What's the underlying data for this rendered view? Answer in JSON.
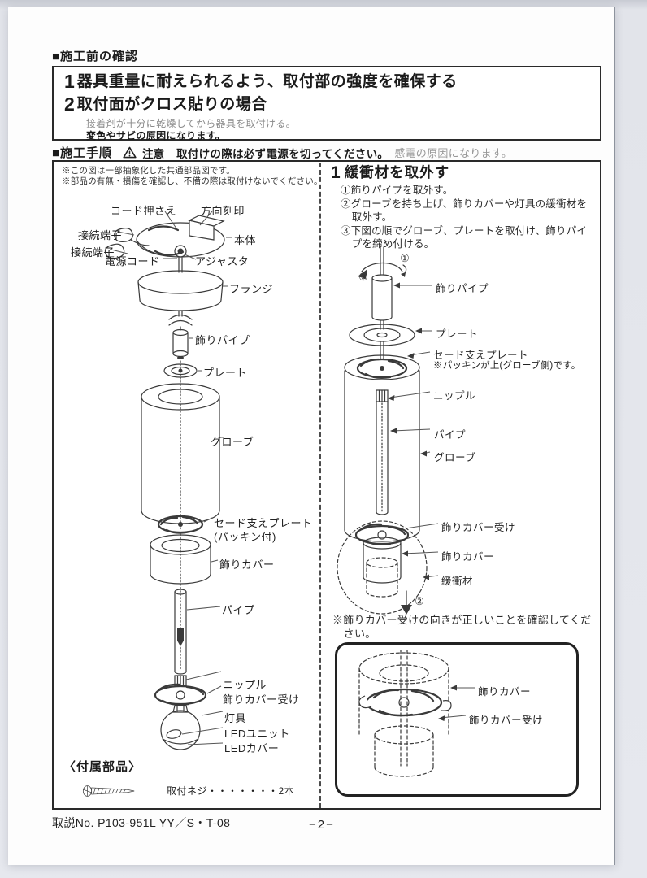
{
  "pre_check": {
    "heading": "■施工前の確認",
    "items": [
      {
        "num": "1",
        "title": "器具重量に耐えられるよう、取付部の強度を確保する"
      },
      {
        "num": "2",
        "title": "取付面がクロス貼りの場合",
        "note_gray": "接着剤が十分に乾燥してから器具を取付ける。",
        "note_bold": "変色やサビの原因になります。"
      }
    ]
  },
  "procedure_header": {
    "heading": "■施工手順",
    "caution_label": "注意",
    "caution_bold": "取付けの際は必ず電源を切ってください。",
    "caution_gray": "感電の原因になります。"
  },
  "parts_diagram": {
    "note1": "※この図は一部抽象化した共通部品図です。",
    "note2": "※部品の有無・損傷を確認し、不備の際は取付けないでください。",
    "labels": [
      "コード押さえ",
      "方向刻印",
      "接続端子",
      "接続端子",
      "電源コード",
      "本体",
      "アジャスタ",
      "フランジ",
      "飾りパイプ",
      "プレート",
      "グローブ",
      "セード支えプレート",
      "(パッキン付)",
      "飾りカバー",
      "パイプ",
      "ニップル",
      "飾りカバー受け",
      "灯具",
      "LEDユニット",
      "LEDカバー"
    ],
    "accessories_heading": "〈付属部品〉",
    "screw_item": "取付ネジ・・・・・・・2本"
  },
  "step1": {
    "num": "1",
    "title": "緩衝材を取外す",
    "instructions": [
      "①飾りパイプを取外す。",
      "②グローブを持ち上げ、飾りカバーや灯具の緩衝材を取外す。",
      "③下図の順でグローブ、プレートを取付け、飾りパイプを締め付ける。"
    ],
    "markers": {
      "m1": "①",
      "m2": "②",
      "m3": "③"
    },
    "labels": [
      "飾りパイプ",
      "プレート",
      "セード支えプレート",
      "※パッキンが上(グローブ側)です。",
      "ニップル",
      "パイプ",
      "グローブ",
      "飾りカバー受け",
      "飾りカバー",
      "緩衝材"
    ],
    "check_note": "※飾りカバー受けの向きが正しいことを確認してください。",
    "inset_labels": [
      "飾りカバー",
      "飾りカバー受け"
    ]
  },
  "footer": {
    "doc_no": "取説No. P103-951L YY／S・T-08",
    "page_no": "−2−"
  }
}
